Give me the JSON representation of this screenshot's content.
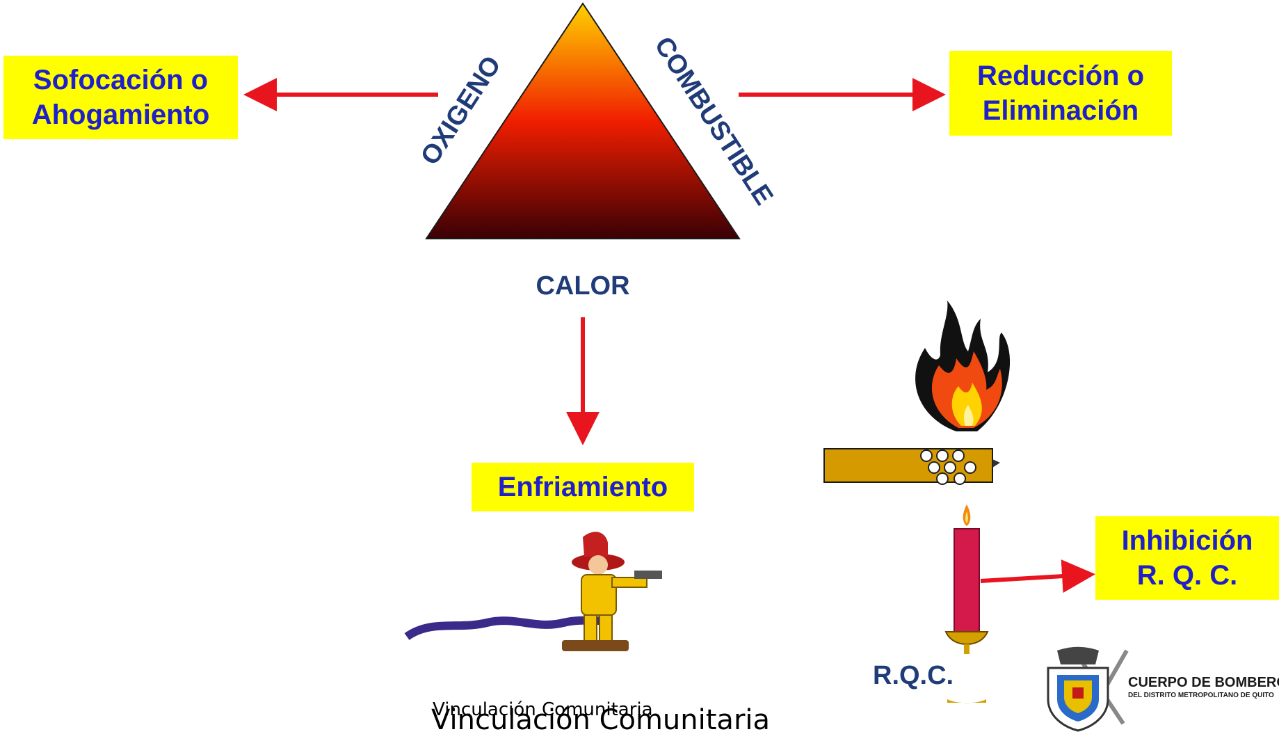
{
  "triangle": {
    "left_label": "OXIGENO",
    "right_label": "COMBUSTIBLE",
    "bottom_label": "CALOR",
    "colors": {
      "top": "#ffd200",
      "middle": "#f01e00",
      "bottom": "#3a0005"
    }
  },
  "boxes": {
    "sofocacion": [
      "Sofocación o",
      "Ahogamiento"
    ],
    "reduccion": [
      "Reducción o",
      "Eliminación"
    ],
    "enfriamiento": "Enfriamiento",
    "inhibicion": [
      "Inhibición",
      "R. Q. C."
    ]
  },
  "rqc_label": "R.Q.C.",
  "logo": {
    "line1": "CUERPO DE BOMBEROS",
    "line2": "DEL DISTRITO METROPOLITANO DE QUITO"
  },
  "footer": {
    "small": "Vinculación Comunitaria",
    "large": "Vinculación Comunitaria"
  },
  "colors": {
    "box_bg": "#ffff00",
    "box_text": "#1f1fcc",
    "label_text": "#1f3b78",
    "arrow": "#e8141e"
  },
  "icons": [
    "fire-triangle-icon",
    "firefighter-hose-icon",
    "flame-icon",
    "burning-log-icon",
    "candle-icon",
    "fire-department-shield-icon"
  ]
}
